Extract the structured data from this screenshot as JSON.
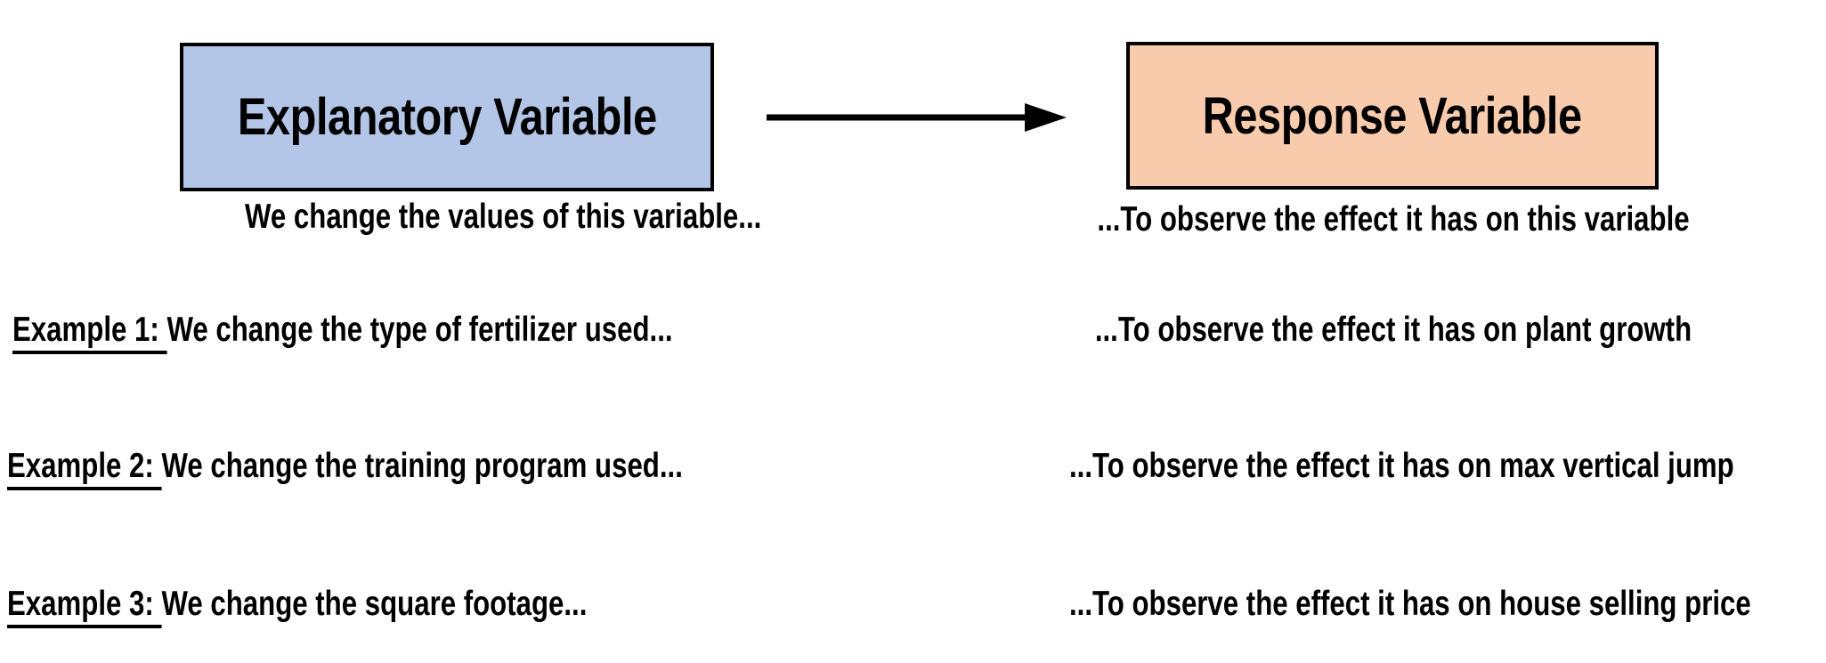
{
  "diagram": {
    "explanatory_box": {
      "label": "Explanatory Variable",
      "fill_color": "#b4c6e7",
      "border_color": "#000000"
    },
    "response_box": {
      "label": "Response Variable",
      "fill_color": "#f8cbad",
      "border_color": "#000000"
    },
    "arrow": {
      "direction": "right",
      "color": "#000000",
      "meaning": "explanatory-to-response"
    },
    "explanatory_caption": "We change the values of this variable...",
    "response_caption": "...To observe the effect it has on this variable",
    "examples": [
      {
        "label": "Example 1:",
        "left": "We change the type of fertilizer used...",
        "right": "...To observe the effect it has on plant growth"
      },
      {
        "label": "Example 2:",
        "left": "We change the training program used...",
        "right": "...To observe the effect it has on max vertical jump"
      },
      {
        "label": "Example 3:",
        "left": "We change the square footage...",
        "right": "...To observe the effect it has on house selling price"
      }
    ]
  }
}
